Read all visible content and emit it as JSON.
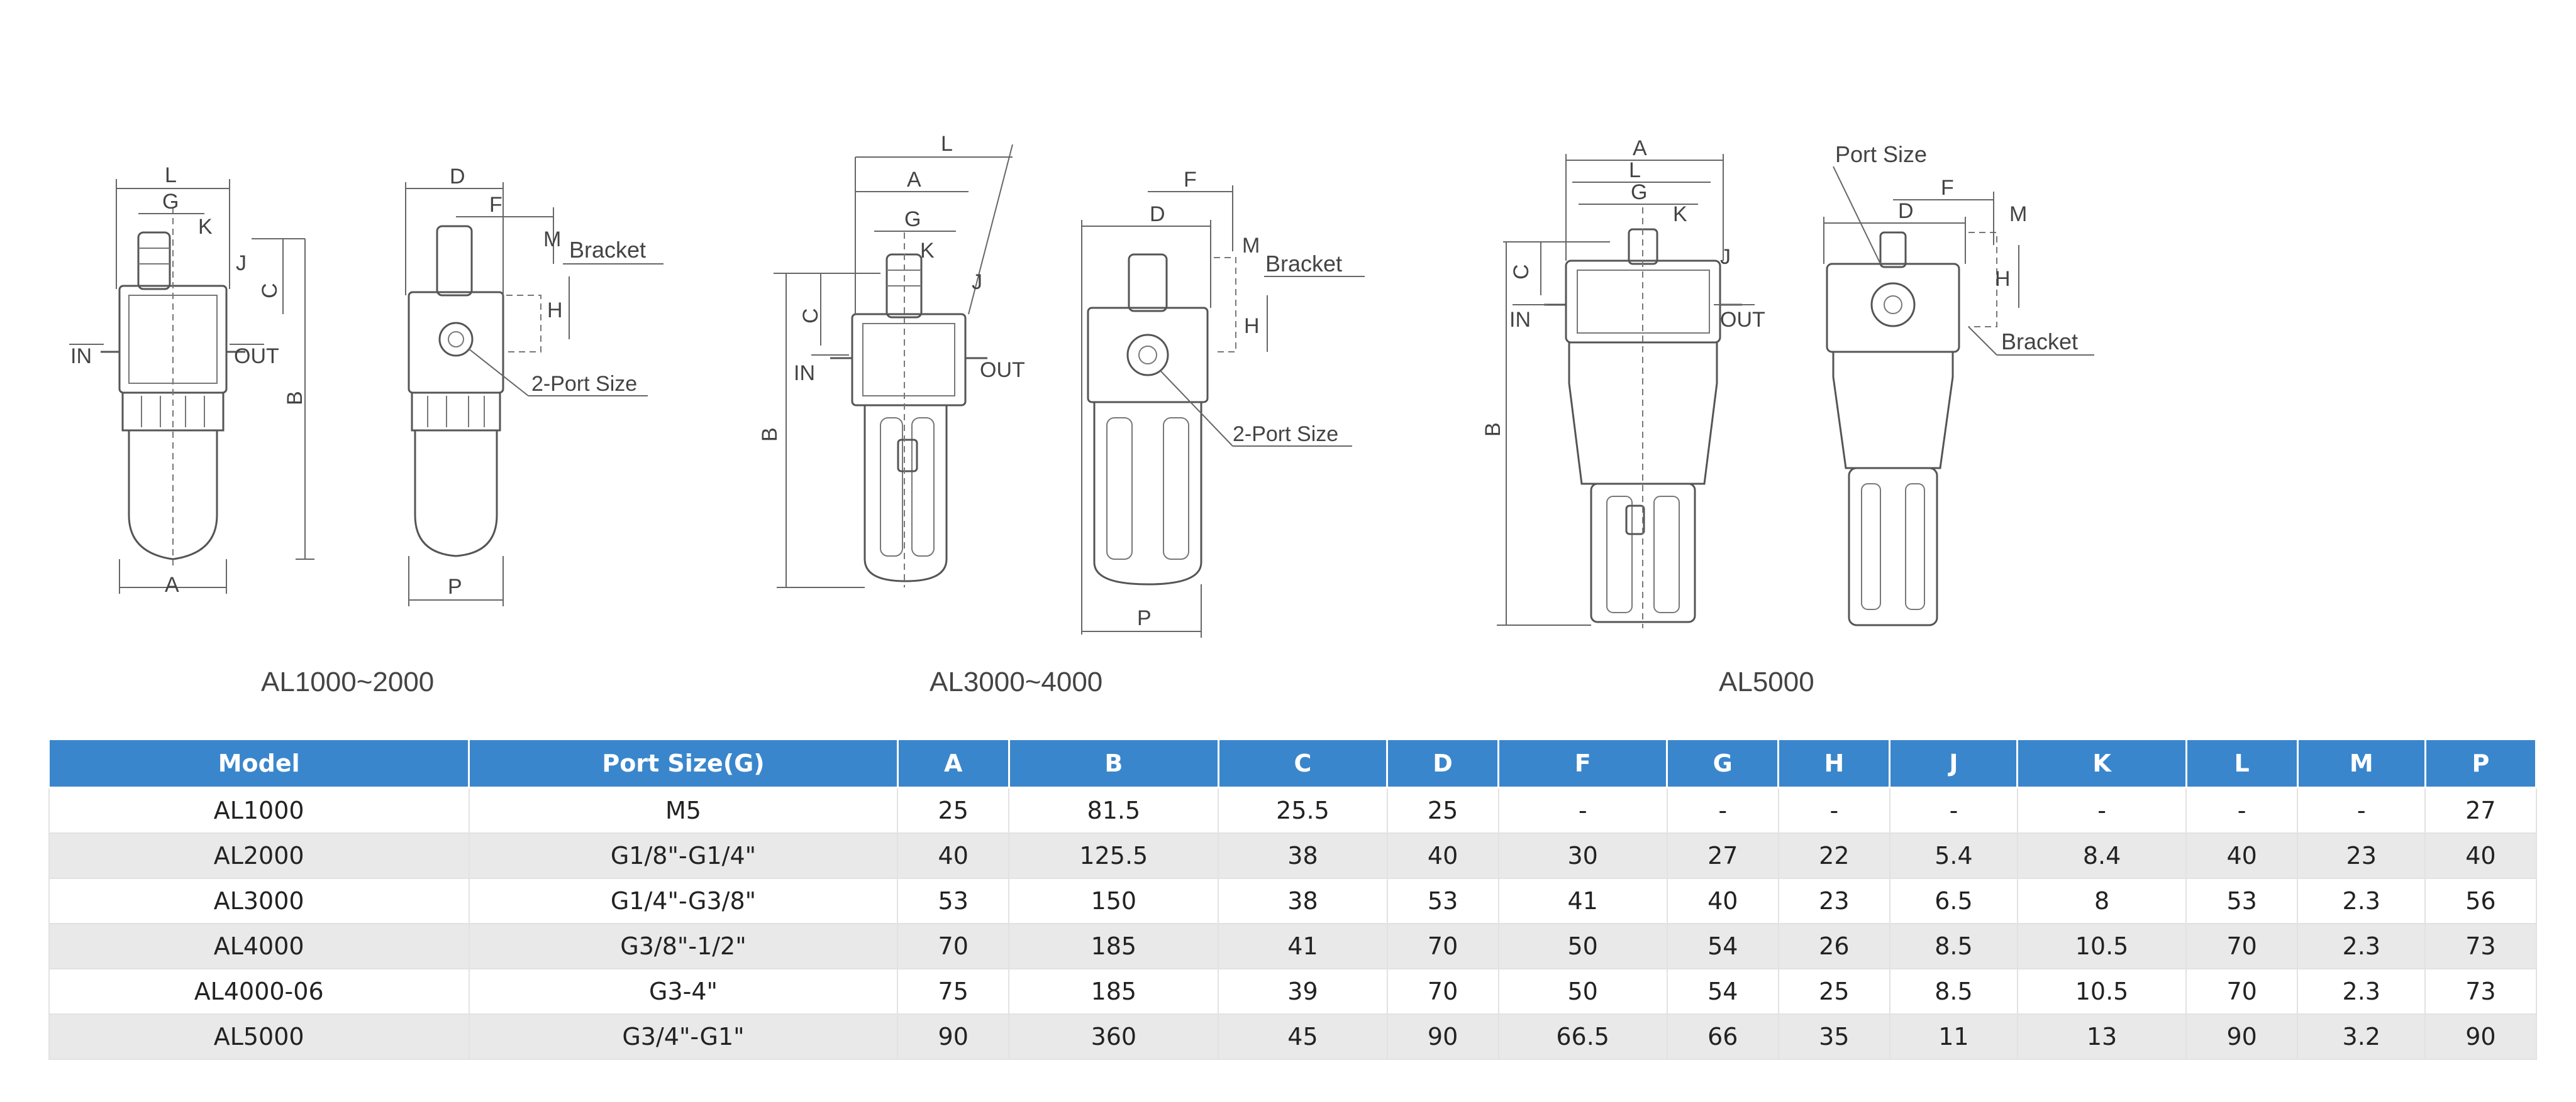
{
  "figures": {
    "small": {
      "caption": "AL1000~2000",
      "labels": {
        "L": "L",
        "G": "G",
        "K": "K",
        "J": "J",
        "C": "C",
        "B": "B",
        "A": "A",
        "IN": "IN",
        "OUT": "OUT",
        "D": "D",
        "F": "F",
        "M": "M",
        "H": "H",
        "P": "P",
        "bracket": "Bracket",
        "port": "2-Port Size"
      }
    },
    "medium": {
      "caption": "AL3000~4000",
      "labels": {
        "L": "L",
        "A": "A",
        "G": "G",
        "K": "K",
        "J": "J",
        "C": "C",
        "B": "B",
        "IN": "IN",
        "OUT": "OUT",
        "D": "D",
        "F": "F",
        "M": "M",
        "H": "H",
        "P": "P",
        "bracket": "Bracket",
        "port": "2-Port Size"
      }
    },
    "large": {
      "caption": "AL5000",
      "labels": {
        "A": "A",
        "L": "L",
        "G": "G",
        "K": "K",
        "J": "J",
        "C": "C",
        "B": "B",
        "IN": "IN",
        "OUT": "OUT",
        "D": "D",
        "F": "F",
        "M": "M",
        "H": "H",
        "port": "Port Size",
        "bracket": "Bracket"
      }
    }
  },
  "table": {
    "headers": [
      "Model",
      "Port Size(G)",
      "A",
      "B",
      "C",
      "D",
      "F",
      "G",
      "H",
      "J",
      "K",
      "L",
      "M",
      "P"
    ],
    "rows": [
      [
        "AL1000",
        "M5",
        "25",
        "81.5",
        "25.5",
        "25",
        "-",
        "-",
        "-",
        "-",
        "-",
        "-",
        "-",
        "27"
      ],
      [
        "AL2000",
        "G1/8\"-G1/4\"",
        "40",
        "125.5",
        "38",
        "40",
        "30",
        "27",
        "22",
        "5.4",
        "8.4",
        "40",
        "23",
        "40"
      ],
      [
        "AL3000",
        "G1/4\"-G3/8\"",
        "53",
        "150",
        "38",
        "53",
        "41",
        "40",
        "23",
        "6.5",
        "8",
        "53",
        "2.3",
        "56"
      ],
      [
        "AL4000",
        "G3/8\"-1/2\"",
        "70",
        "185",
        "41",
        "70",
        "50",
        "54",
        "26",
        "8.5",
        "10.5",
        "70",
        "2.3",
        "73"
      ],
      [
        "AL4000-06",
        "G3-4\"",
        "75",
        "185",
        "39",
        "70",
        "50",
        "54",
        "25",
        "8.5",
        "10.5",
        "70",
        "2.3",
        "73"
      ],
      [
        "AL5000",
        "G3/4\"-G1\"",
        "90",
        "360",
        "45",
        "90",
        "66.5",
        "66",
        "35",
        "11",
        "13",
        "90",
        "3.2",
        "90"
      ]
    ]
  }
}
